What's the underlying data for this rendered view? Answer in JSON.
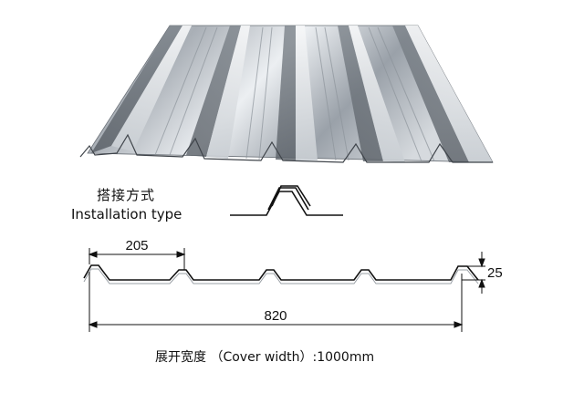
{
  "installation": {
    "label_cn": "搭接方式",
    "label_en": "Installation type"
  },
  "dimensions": {
    "pitch": "205",
    "height": "25",
    "cover_width": "820"
  },
  "caption": "展开宽度 （Cover width）:1000mm",
  "colors": {
    "metal_light": "#eef0f2",
    "metal_mid": "#b9bec4",
    "metal_dark": "#6b7178",
    "line": "#111111"
  }
}
